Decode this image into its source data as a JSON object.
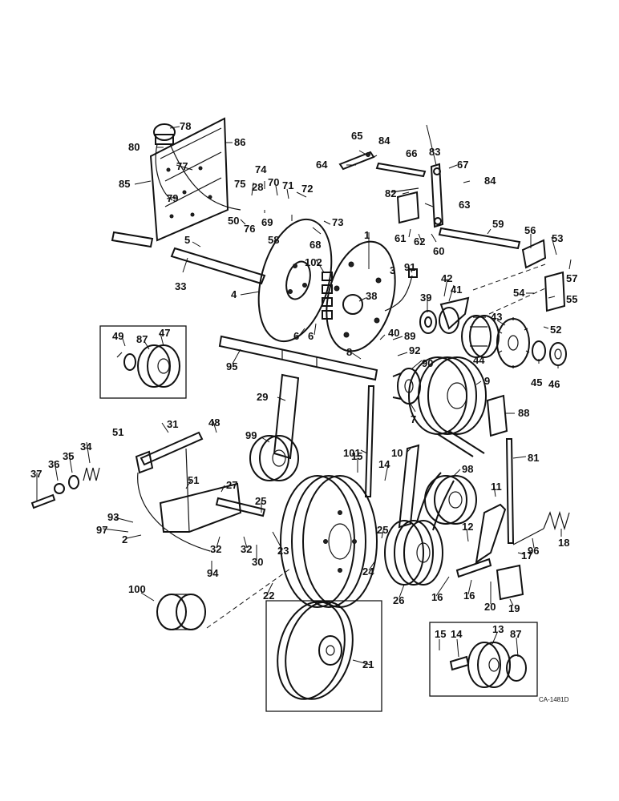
{
  "figure_code": "CA-1481D",
  "callouts": [
    {
      "id": "c80",
      "label": "80"
    },
    {
      "id": "c78",
      "label": "78"
    },
    {
      "id": "c86",
      "label": "86"
    },
    {
      "id": "c77",
      "label": "77"
    },
    {
      "id": "c85",
      "label": "85"
    },
    {
      "id": "c79",
      "label": "79"
    },
    {
      "id": "c65",
      "label": "65"
    },
    {
      "id": "c84a",
      "label": "84"
    },
    {
      "id": "c64",
      "label": "64"
    },
    {
      "id": "c66",
      "label": "66"
    },
    {
      "id": "c83",
      "label": "83"
    },
    {
      "id": "c67",
      "label": "67"
    },
    {
      "id": "c84b",
      "label": "84"
    },
    {
      "id": "c74",
      "label": "74"
    },
    {
      "id": "c75",
      "label": "75"
    },
    {
      "id": "c28",
      "label": "28"
    },
    {
      "id": "c70",
      "label": "70"
    },
    {
      "id": "c71",
      "label": "71"
    },
    {
      "id": "c72",
      "label": "72"
    },
    {
      "id": "c82",
      "label": "82"
    },
    {
      "id": "c63",
      "label": "63"
    },
    {
      "id": "c76",
      "label": "76"
    },
    {
      "id": "c69",
      "label": "69"
    },
    {
      "id": "c73",
      "label": "73"
    },
    {
      "id": "c50",
      "label": "50"
    },
    {
      "id": "c58",
      "label": "58"
    },
    {
      "id": "c68",
      "label": "68"
    },
    {
      "id": "c61",
      "label": "61"
    },
    {
      "id": "c62",
      "label": "62"
    },
    {
      "id": "c60",
      "label": "60"
    },
    {
      "id": "c59",
      "label": "59"
    },
    {
      "id": "c56",
      "label": "56"
    },
    {
      "id": "c53",
      "label": "53"
    },
    {
      "id": "c57",
      "label": "57"
    },
    {
      "id": "c5",
      "label": "5"
    },
    {
      "id": "c1",
      "label": "1"
    },
    {
      "id": "c33",
      "label": "33"
    },
    {
      "id": "c102",
      "label": "102"
    },
    {
      "id": "c3",
      "label": "3"
    },
    {
      "id": "c91",
      "label": "91"
    },
    {
      "id": "c42",
      "label": "42"
    },
    {
      "id": "c4",
      "label": "4"
    },
    {
      "id": "c38",
      "label": "38"
    },
    {
      "id": "c39",
      "label": "39"
    },
    {
      "id": "c41",
      "label": "41"
    },
    {
      "id": "c54",
      "label": "54"
    },
    {
      "id": "c55",
      "label": "55"
    },
    {
      "id": "c43",
      "label": "43"
    },
    {
      "id": "c52",
      "label": "52"
    },
    {
      "id": "c49",
      "label": "49"
    },
    {
      "id": "c87a",
      "label": "87"
    },
    {
      "id": "c47",
      "label": "47"
    },
    {
      "id": "c6a",
      "label": "6"
    },
    {
      "id": "c6b",
      "label": "6"
    },
    {
      "id": "c40",
      "label": "40"
    },
    {
      "id": "c89",
      "label": "89"
    },
    {
      "id": "c44",
      "label": "44"
    },
    {
      "id": "c8",
      "label": "8"
    },
    {
      "id": "c92",
      "label": "92"
    },
    {
      "id": "c95",
      "label": "95"
    },
    {
      "id": "c90",
      "label": "90"
    },
    {
      "id": "c45",
      "label": "45"
    },
    {
      "id": "c46",
      "label": "46"
    },
    {
      "id": "c9",
      "label": "9"
    },
    {
      "id": "c29",
      "label": "29"
    },
    {
      "id": "c7",
      "label": "7"
    },
    {
      "id": "c88",
      "label": "88"
    },
    {
      "id": "c31",
      "label": "31"
    },
    {
      "id": "c48",
      "label": "48"
    },
    {
      "id": "c99",
      "label": "99"
    },
    {
      "id": "c51a",
      "label": "51"
    },
    {
      "id": "c101",
      "label": "101"
    },
    {
      "id": "c10",
      "label": "10"
    },
    {
      "id": "c81",
      "label": "81"
    },
    {
      "id": "c34",
      "label": "34"
    },
    {
      "id": "c35",
      "label": "35"
    },
    {
      "id": "c36",
      "label": "36"
    },
    {
      "id": "c37",
      "label": "37"
    },
    {
      "id": "c15a",
      "label": "15"
    },
    {
      "id": "c14a",
      "label": "14"
    },
    {
      "id": "c98",
      "label": "98"
    },
    {
      "id": "c51b",
      "label": "51"
    },
    {
      "id": "c27",
      "label": "27"
    },
    {
      "id": "c11",
      "label": "11"
    },
    {
      "id": "c25a",
      "label": "25"
    },
    {
      "id": "c93",
      "label": "93"
    },
    {
      "id": "c97",
      "label": "97"
    },
    {
      "id": "c2",
      "label": "2"
    },
    {
      "id": "c12",
      "label": "12"
    },
    {
      "id": "c18",
      "label": "18"
    },
    {
      "id": "c25b",
      "label": "25"
    },
    {
      "id": "c96",
      "label": "96"
    },
    {
      "id": "c32a",
      "label": "32"
    },
    {
      "id": "c32b",
      "label": "32"
    },
    {
      "id": "c23",
      "label": "23"
    },
    {
      "id": "c17",
      "label": "17"
    },
    {
      "id": "c30",
      "label": "30"
    },
    {
      "id": "c94",
      "label": "94"
    },
    {
      "id": "c24",
      "label": "24"
    },
    {
      "id": "c16a",
      "label": "16"
    },
    {
      "id": "c16b",
      "label": "16"
    },
    {
      "id": "c20",
      "label": "20"
    },
    {
      "id": "c19",
      "label": "19"
    },
    {
      "id": "c26",
      "label": "26"
    },
    {
      "id": "c22",
      "label": "22"
    },
    {
      "id": "c100",
      "label": "100"
    },
    {
      "id": "c15b",
      "label": "15"
    },
    {
      "id": "c14b",
      "label": "14"
    },
    {
      "id": "c13",
      "label": "13"
    },
    {
      "id": "c87b",
      "label": "87"
    },
    {
      "id": "c21",
      "label": "21"
    }
  ]
}
